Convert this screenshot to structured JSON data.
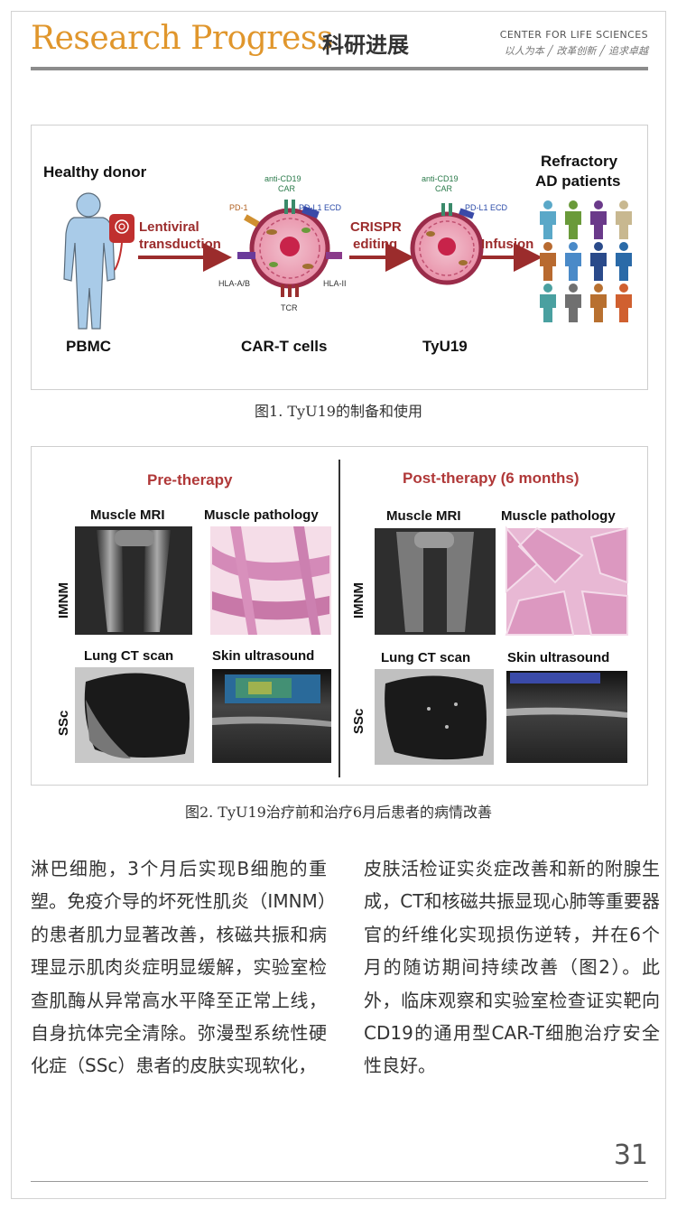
{
  "header": {
    "title": "Research Progress",
    "title_cn": "科研进展",
    "org": "CENTER FOR LIFE SCIENCES",
    "motto": "以人为本 ╱ 改革创新 ╱ 追求卓越"
  },
  "figure1": {
    "labels": {
      "healthy_donor": "Healthy donor",
      "lentiviral": "Lentiviral",
      "transduction": "transduction",
      "pbmc": "PBMC",
      "anti_cd19": "anti-CD19",
      "car": "CAR",
      "pd1": "PD-1",
      "pdl1_ecd": "PD-L1 ECD",
      "hla_ab": "HLA-A/B",
      "hla_ii": "HLA-II",
      "tcr": "TCR",
      "car_t_cells": "CAR-T cells",
      "crispr": "CRISPR",
      "editing": "editing",
      "tyu19": "TyU19",
      "infusion": "Infusion",
      "refractory": "Refractory",
      "ad_patients": "AD patients"
    },
    "caption": "图1. TyU19的制备和使用"
  },
  "figure2": {
    "pre_therapy": "Pre-therapy",
    "post_therapy": "Post-therapy (6 months)",
    "muscle_mri": "Muscle MRI",
    "muscle_pathology": "Muscle pathology",
    "lung_ct": "Lung CT scan",
    "skin_us": "Skin ultrasound",
    "imnm": "IMNM",
    "ssc": "SSc",
    "caption": "图2. TyU19治疗前和治疗6月后患者的病情改善"
  },
  "body": {
    "col1": "淋巴细胞，3个月后实现B细胞的重塑。免疫介导的坏死性肌炎（IMNM）的患者肌力显著改善，核磁共振和病理显示肌肉炎症明显缓解，实验室检查肌酶从异常高水平降至正常上线，自身抗体完全清除。弥漫型系统性硬化症（SSc）患者的皮肤实现软化，",
    "col2": "皮肤活检证实炎症改善和新的附腺生成，CT和核磁共振显现心肺等重要器官的纤维化实现损伤逆转，并在6个月的随访期间持续改善（图2）。此外，临床观察和实验室检查证实靶向CD19的通用型CAR-T细胞治疗安全性良好。"
  },
  "page_number": "31",
  "colors": {
    "accent": "#e0962c",
    "arrow": "#9b2c2c",
    "cell": "#c04a6a",
    "patient_colors": [
      "#5aa8c8",
      "#6a9a3a",
      "#6a3a8a",
      "#c8b890",
      "#b86a30",
      "#4a8ac8",
      "#2a4a8a",
      "#2a6aa8",
      "#4aa0a0",
      "#707070",
      "#b87030",
      "#d06030"
    ]
  }
}
